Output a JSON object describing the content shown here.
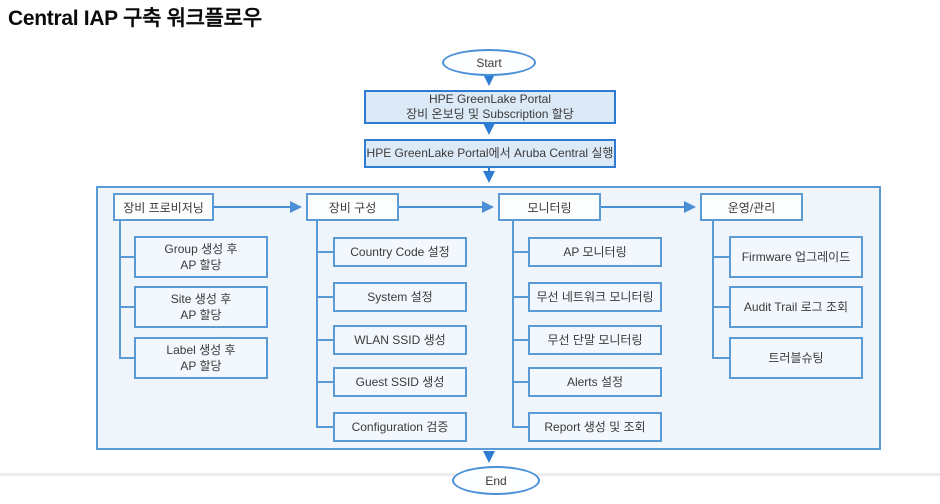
{
  "title": "Central IAP 구축 워크플로우",
  "flow": {
    "start_label": "Start",
    "end_label": "End",
    "step_onboarding": "HPE GreenLake Portal\n장비 온보딩 및 Subscription 할당",
    "step_launch": "HPE GreenLake Portal에서 Aruba Central 실행"
  },
  "columns": [
    {
      "header": "장비 프로비저닝",
      "items": [
        "Group 생성 후\nAP 할당",
        "Site 생성 후\nAP 할당",
        "Label 생성 후\nAP 할당"
      ]
    },
    {
      "header": "장비 구성",
      "items": [
        "Country Code 설정",
        "System 설정",
        "WLAN SSID 생성",
        "Guest SSID 생성",
        "Configuration 검증"
      ]
    },
    {
      "header": "모니터링",
      "items": [
        "AP 모니터링",
        "무선 네트워크 모니터링",
        "무선 단말 모니터링",
        "Alerts 설정",
        "Report 생성 및 조회"
      ]
    },
    {
      "header": "운영/관리",
      "items": [
        "Firmware 업그레이드",
        "Audit Trail 로그 조회",
        "트러블슈팅"
      ]
    }
  ],
  "colors": {
    "arrow_blue": "#2f7cd3",
    "line_blue": "#5b9bd5",
    "step_fill": "#dce9f7",
    "step_border": "#2e7bd2",
    "panel_fill": "#eff5fb",
    "task_fill": "#f2f8fd",
    "oval_border": "#4a90d8",
    "text_gray": "#3a3a3a"
  }
}
